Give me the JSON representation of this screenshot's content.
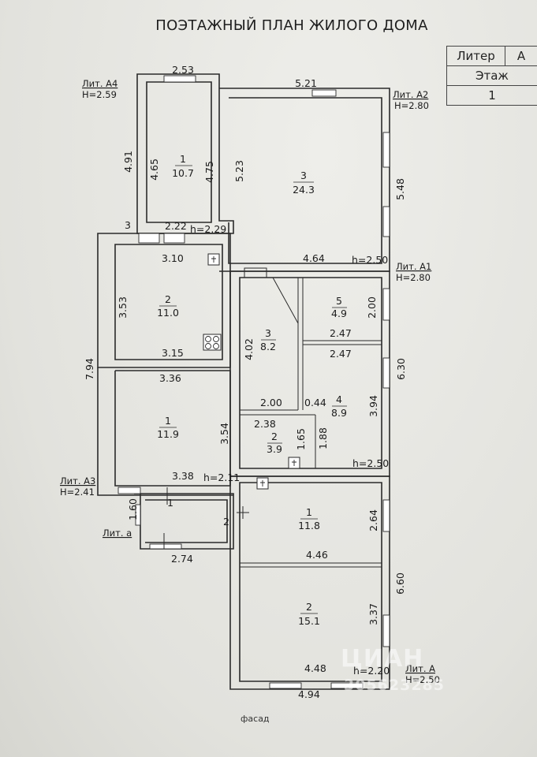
{
  "title": "ПОЭТАЖНЫЙ ПЛАН ЖИЛОГО ДОМА",
  "stamp": {
    "liter_label": "Литер",
    "liter_value": "А",
    "floor_label": "Этаж",
    "floor_value": "1"
  },
  "lits": {
    "a4": {
      "name": "Лит. А4",
      "h": "Н=2.59"
    },
    "a2": {
      "name": "Лит. А2",
      "h": "Н=2.80"
    },
    "a1": {
      "name": "Лит. А1",
      "h": "Н=2.80"
    },
    "a3": {
      "name": "Лит. А3",
      "h": "Н=2.41"
    },
    "a_small": {
      "name": "Лит. а"
    },
    "a": {
      "name": "Лит. А",
      "h": "Н=2.50"
    }
  },
  "rooms": {
    "a4_1": {
      "num": "1",
      "area": "10.7"
    },
    "a2_3": {
      "num": "3",
      "area": "24.3"
    },
    "a4_2": {
      "num": "2",
      "area": "11.0"
    },
    "a1_3": {
      "num": "3",
      "area": "8.2"
    },
    "a1_5": {
      "num": "5",
      "area": "4.9"
    },
    "a1_4": {
      "num": "4",
      "area": "8.9"
    },
    "a3_1": {
      "num": "1",
      "area": "11.9"
    },
    "a1_2": {
      "num": "2",
      "area": "3.9"
    },
    "a_1": {
      "num": "1",
      "area": "11.8"
    },
    "a_2": {
      "num": "2",
      "area": "15.1"
    },
    "porch_1": {
      "num": "1"
    },
    "porch_2": {
      "num": "2"
    }
  },
  "dims": {
    "d253": "2.53",
    "d521": "5.21",
    "d491": "4.91",
    "d465": "4.65",
    "d475": "4.75",
    "d523": "5.23",
    "d548": "5.48",
    "d3": "3",
    "d222": "2.22",
    "h229": "h=2.29",
    "d310": "3.10",
    "d464": "4.64",
    "h250a": "h=2.50",
    "d353": "3.53",
    "d315": "3.15",
    "d402": "4.02",
    "d247a": "2.47",
    "d200a": "2.00",
    "d247b": "2.47",
    "d630": "6.30",
    "d794": "7.94",
    "d336": "3.36",
    "d200b": "2.00",
    "d044": "0.44",
    "d394": "3.94",
    "d238": "2.38",
    "d354": "3.54",
    "d165": "1.65",
    "d188": "1.88",
    "h250b": "h=2.50",
    "d338": "3.38",
    "h211": "h=2.11",
    "d160": "1.60",
    "d264": "2.64",
    "d274": "2.74",
    "d446": "4.46",
    "d660": "6.60",
    "d337": "3.37",
    "d448": "4.48",
    "h220": "h=2.20",
    "d494": "4.94"
  },
  "facade": "фасад",
  "watermark": {
    "line1": "ЦИАН",
    "line2": "305623285"
  }
}
